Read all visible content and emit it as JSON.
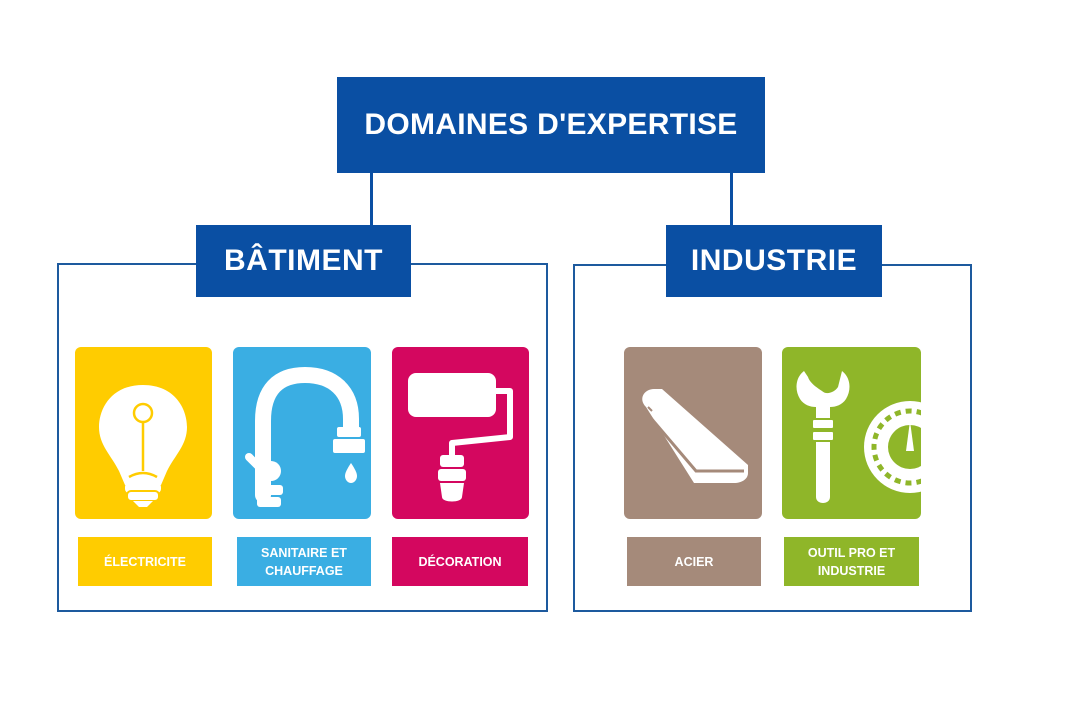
{
  "root": {
    "title": "DOMAINES D'EXPERTISE"
  },
  "groups": [
    {
      "title": "BÂTIMENT",
      "items": [
        {
          "label": "ÉLECTRICITE",
          "icon": "light-bulb-icon",
          "color": "#ffcc00"
        },
        {
          "label": "SANITAIRE ET CHAUFFAGE",
          "icon": "faucet-icon",
          "color": "#3aaee3"
        },
        {
          "label": "DÉCORATION",
          "icon": "paint-roller-icon",
          "color": "#d4075f"
        }
      ]
    },
    {
      "title": "INDUSTRIE",
      "items": [
        {
          "label": "ACIER",
          "icon": "steel-bar-icon",
          "color": "#a58a7a"
        },
        {
          "label": "OUTIL PRO ET INDUSTRIE",
          "icon": "wrench-gauge-icon",
          "color": "#8fb629"
        }
      ]
    }
  ],
  "colors": {
    "header_blue": "#0a4fa3",
    "frame_blue": "#1d5a9e"
  }
}
